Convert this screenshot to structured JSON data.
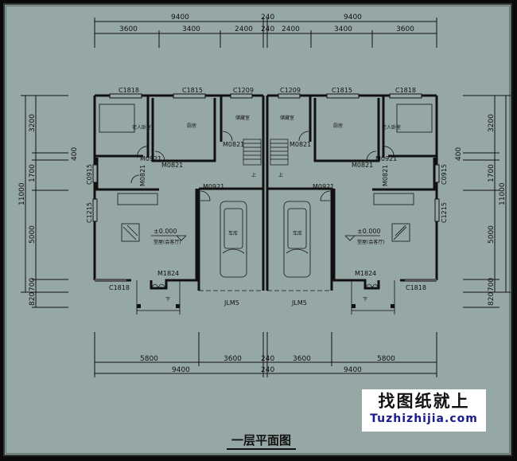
{
  "drawing": {
    "title": "一层平面图",
    "background_color": "#96a8a6",
    "line_color": "#111111"
  },
  "watermark": {
    "chinese": "找图纸就上",
    "url": "Tuzhizhijia.com",
    "url_color": "#1a1a8c"
  },
  "dimensions": {
    "top_total": [
      "9400",
      "240",
      "9400"
    ],
    "top_segments": [
      "3600",
      "3400",
      "2400",
      "240",
      "2400",
      "3400",
      "3600"
    ],
    "bottom_segments": [
      "5800",
      "3600",
      "240",
      "3600",
      "5800"
    ],
    "bottom_total": [
      "9400",
      "240",
      "9400"
    ],
    "left_total": "11000",
    "left_segments": [
      "3200",
      "400",
      "1700",
      "5000",
      "700",
      "820"
    ],
    "right_total": "11000",
    "right_segments": [
      "3200",
      "400",
      "1700",
      "5000",
      "700",
      "820"
    ]
  },
  "windows": {
    "left": [
      "C1818",
      "C1815",
      "C1209",
      "C0915",
      "C1215",
      "C1818"
    ],
    "right": [
      "C1209",
      "C1815",
      "C1818",
      "C0915",
      "C1215",
      "C1818"
    ]
  },
  "doors": {
    "left": [
      "M0921",
      "M0821",
      "M0821",
      "M0821",
      "M0921",
      "M1824"
    ],
    "right": [
      "M0821",
      "M0821",
      "M0921",
      "M0821",
      "M0921",
      "M1824"
    ],
    "garage": [
      "JLM5",
      "JLM5"
    ]
  },
  "rooms": {
    "elderly_bedroom": "老人卧室",
    "kitchen": "厨房",
    "storage": "储藏室",
    "garage": "车库",
    "living_room": "堂屋(会客厅)",
    "elevation": "±0.000",
    "stairs_up": "上",
    "steps_down": "下"
  }
}
